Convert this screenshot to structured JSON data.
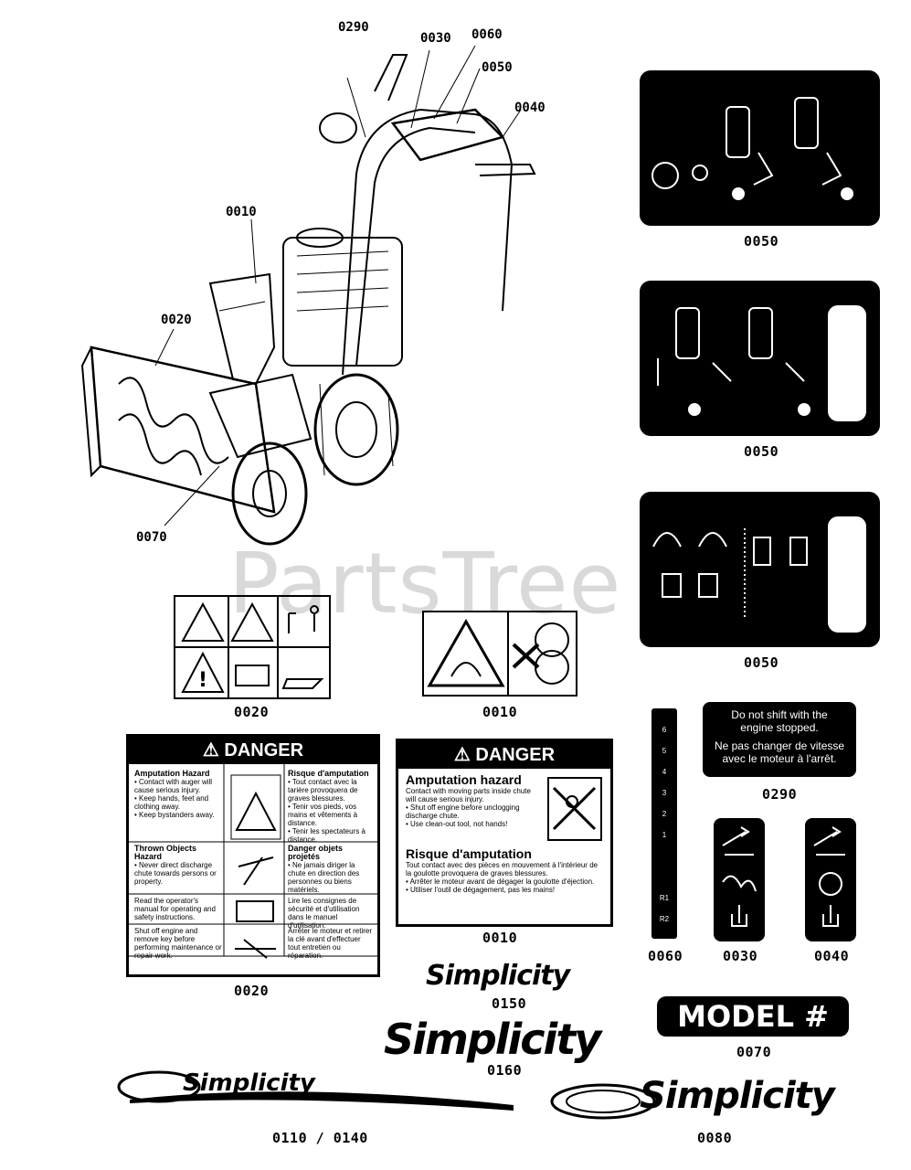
{
  "watermark": "PartsTree",
  "callouts": {
    "c0290": "0290",
    "c0030": "0030",
    "c0060": "0060",
    "c0050": "0050",
    "c0040": "0040",
    "c0010": "0010",
    "c0020": "0020",
    "c0070": "0070"
  },
  "parts": {
    "p0050a": "0050",
    "p0050b": "0050",
    "p0050c": "0050",
    "p0020a": "0020",
    "p0010a": "0010",
    "p0020b": "0020",
    "p0010b": "0010",
    "p0060": "0060",
    "p0030": "0030",
    "p0040": "0040",
    "p0290": "0290",
    "p0150": "0150",
    "p0160": "0160",
    "p0070": "0070",
    "p0110": "0110 / 0140",
    "p0080": "0080"
  },
  "danger_left": {
    "header": "DANGER",
    "amp_title": "Amputation Hazard",
    "amp_body": "• Contact with auger will cause serious injury.\n• Keep hands, feet and clothing away.\n• Keep bystanders away.",
    "amp_fr_title": "Risque d'amputation",
    "amp_fr_body": "• Tout contact avec la tarière provoquera de graves blessures.\n• Tenir vos pieds, vos mains et vêtements à distance.\n• Tenir les spectateurs à distance.",
    "thrown_title": "Thrown Objects Hazard",
    "thrown_body": "• Never direct discharge chute towards persons or property.",
    "thrown_fr_title": "Danger objets projetés",
    "thrown_fr_body": "• Ne jamais diriger la chute en direction des personnes ou biens matériels.",
    "manual_body": "Read the operator's manual for operating and safety instructions.",
    "manual_fr_body": "Lire les consignes de sécurité et d'utilisation dans le manuel d'utilisation.",
    "shutoff_body": "Shut off engine and remove key before performing maintenance or repair work.",
    "shutoff_fr_body": "Arrêter le moteur et retirer la clé avant d'effectuer tout entretien ou réparation."
  },
  "danger_right": {
    "header": "DANGER",
    "title_en": "Amputation hazard",
    "body_en": "Contact with moving parts inside chute will cause serious injury.\n• Shut off engine before unclogging discharge chute.\n• Use clean-out tool, not hands!",
    "title_fr": "Risque d'amputation",
    "body_fr": "Tout contact avec des pièces en mouvement à l'intérieur de la goulotte provoquera de graves blessures.\n• Arrêter le moteur avant de dégager la goulotte d'éjection.\n• Utiliser l'outil de dégagement, pas les mains!"
  },
  "shift_decal": {
    "line1": "Do not shift with the",
    "line2": "engine stopped.",
    "line3": "Ne pas changer de vitesse",
    "line4": "avec le moteur à l'arrêt."
  },
  "speed_strip": [
    "6",
    "5",
    "4",
    "3",
    "2",
    "1",
    "R1",
    "R2"
  ],
  "brands": {
    "b0150": "Simplicity",
    "b0160": "Simplicity",
    "b0110": "Simplicity",
    "b0080": "Simplicity"
  },
  "model_label": "MODEL #",
  "colors": {
    "ink": "#000000",
    "watermark": "#d9d9d9"
  }
}
